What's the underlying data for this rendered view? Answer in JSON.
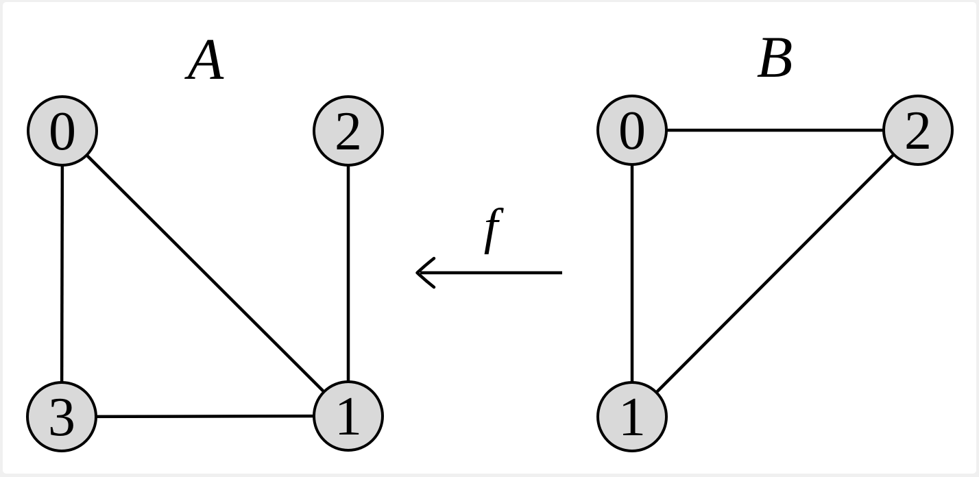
{
  "figure": {
    "background_color": "#ffffff",
    "frame_color": "#f0f0f0",
    "node_fill_color": "#d9d9d9",
    "line_color": "#000000"
  },
  "graphs": [
    {
      "label": "𝒜",
      "label_plain": "A",
      "label_style": "calligraphic",
      "nodes": [
        {
          "label": "0",
          "position": "top-left"
        },
        {
          "label": "1",
          "position": "bottom-right"
        },
        {
          "label": "2",
          "position": "top-right"
        },
        {
          "label": "3",
          "position": "bottom-left"
        }
      ],
      "edges": [
        [
          "0",
          "3"
        ],
        [
          "0",
          "1"
        ],
        [
          "2",
          "1"
        ],
        [
          "3",
          "1"
        ]
      ]
    },
    {
      "label": "ℬ",
      "label_plain": "B",
      "label_style": "calligraphic",
      "nodes": [
        {
          "label": "0",
          "position": "top-left"
        },
        {
          "label": "1",
          "position": "bottom-left"
        },
        {
          "label": "2",
          "position": "top-right"
        }
      ],
      "edges": [
        [
          "0",
          "2"
        ],
        [
          "0",
          "1"
        ],
        [
          "2",
          "1"
        ]
      ]
    }
  ],
  "morphism": {
    "label": "f",
    "arrow_direction": "left",
    "from_graph_label": "ℬ",
    "to_graph_label": "𝒜"
  }
}
